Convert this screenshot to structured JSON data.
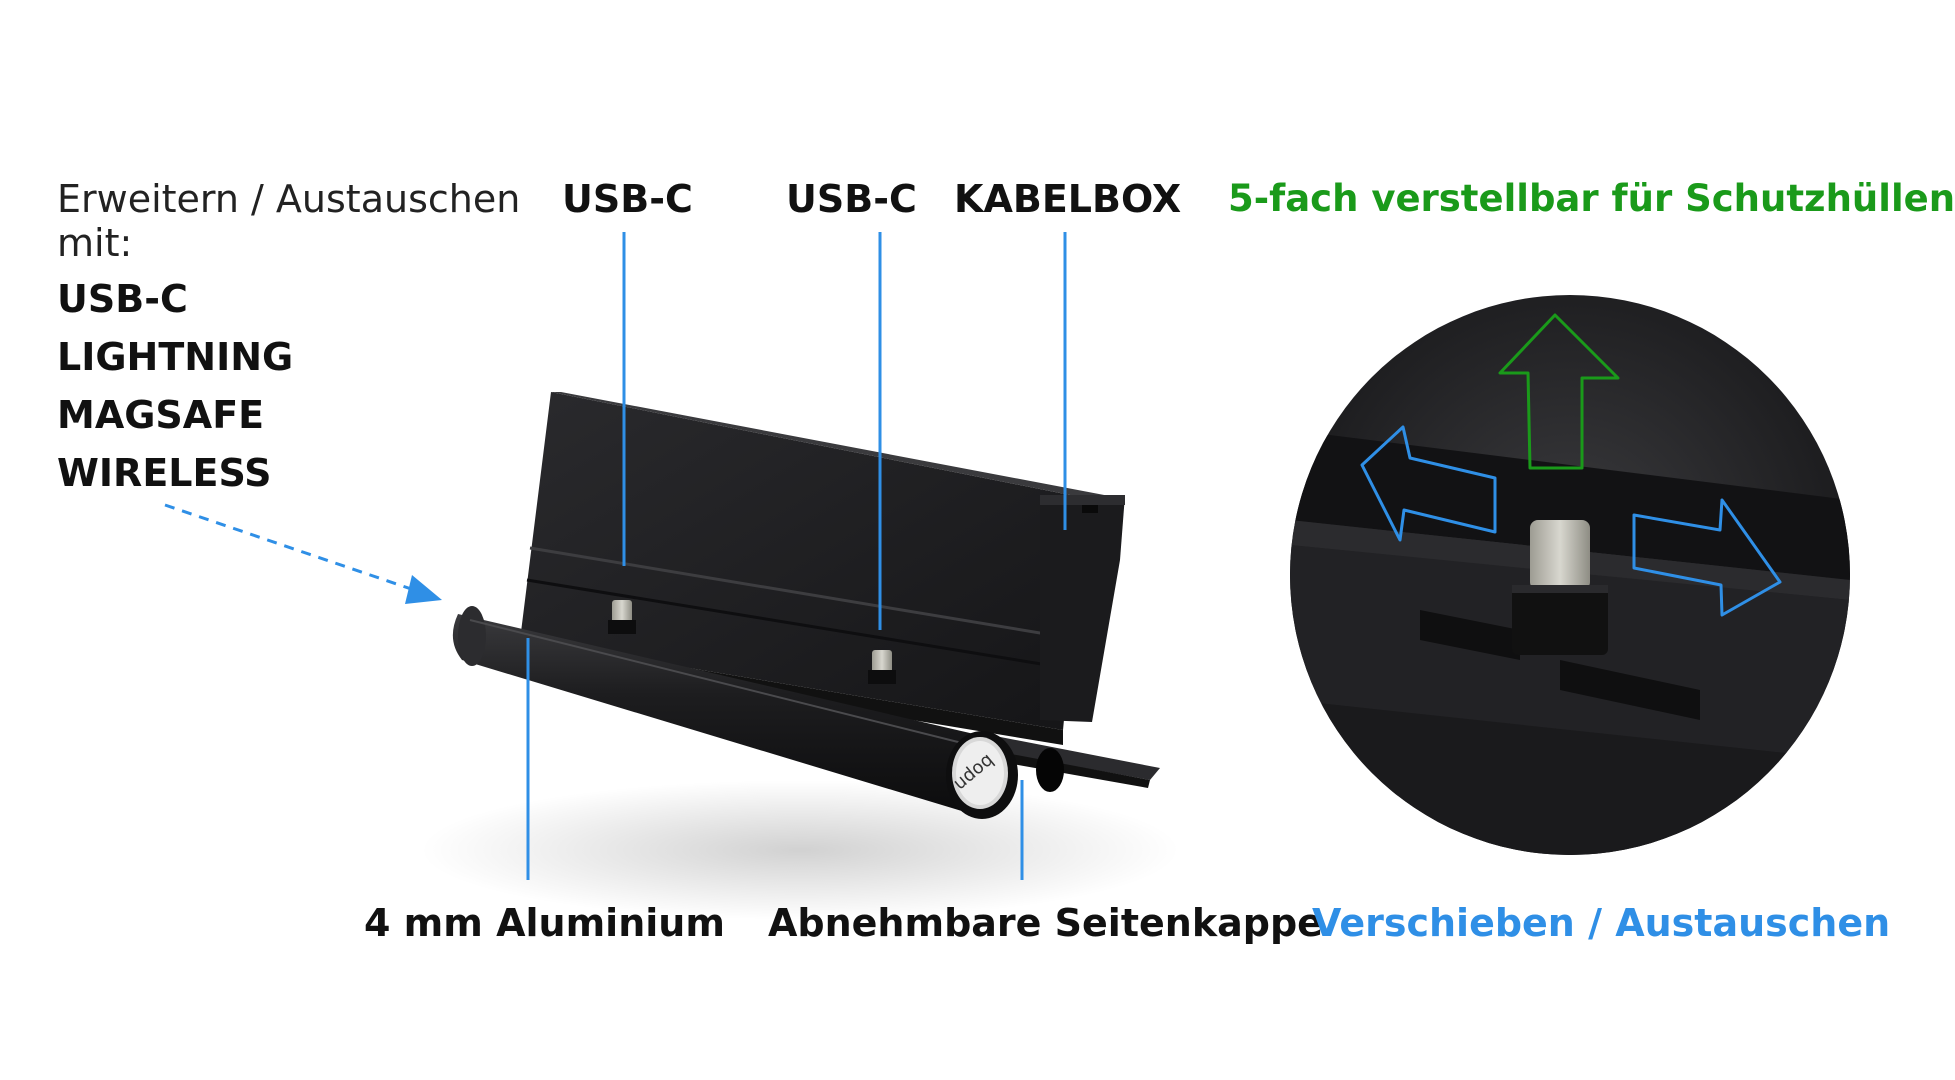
{
  "labels": {
    "expand_line1": "Erweitern / Austauschen",
    "expand_line2": "mit:",
    "expand_options": [
      "USB-C",
      "LIGHTNING",
      "MAGSAFE",
      "WIRELESS"
    ],
    "usbc_1": "USB-C",
    "usbc_2": "USB-C",
    "kabelbox": "KABELBOX",
    "adjustable": "5-fach verstellbar für Schutzhüllen",
    "aluminium": "4 mm Aluminium",
    "side_cap": "Abnehmbare Seitenkappe",
    "slide_swap": "Verschieben / Austauschen",
    "logo": "udoq"
  },
  "colors": {
    "callout_blue": "#2f8fe6",
    "callout_green": "#1a9a1a",
    "product_black": "#1c1c1e",
    "text": "#111111"
  },
  "icons": [
    "arrow-up-icon",
    "arrow-left-icon",
    "arrow-right-icon",
    "dashed-arrow-icon"
  ]
}
